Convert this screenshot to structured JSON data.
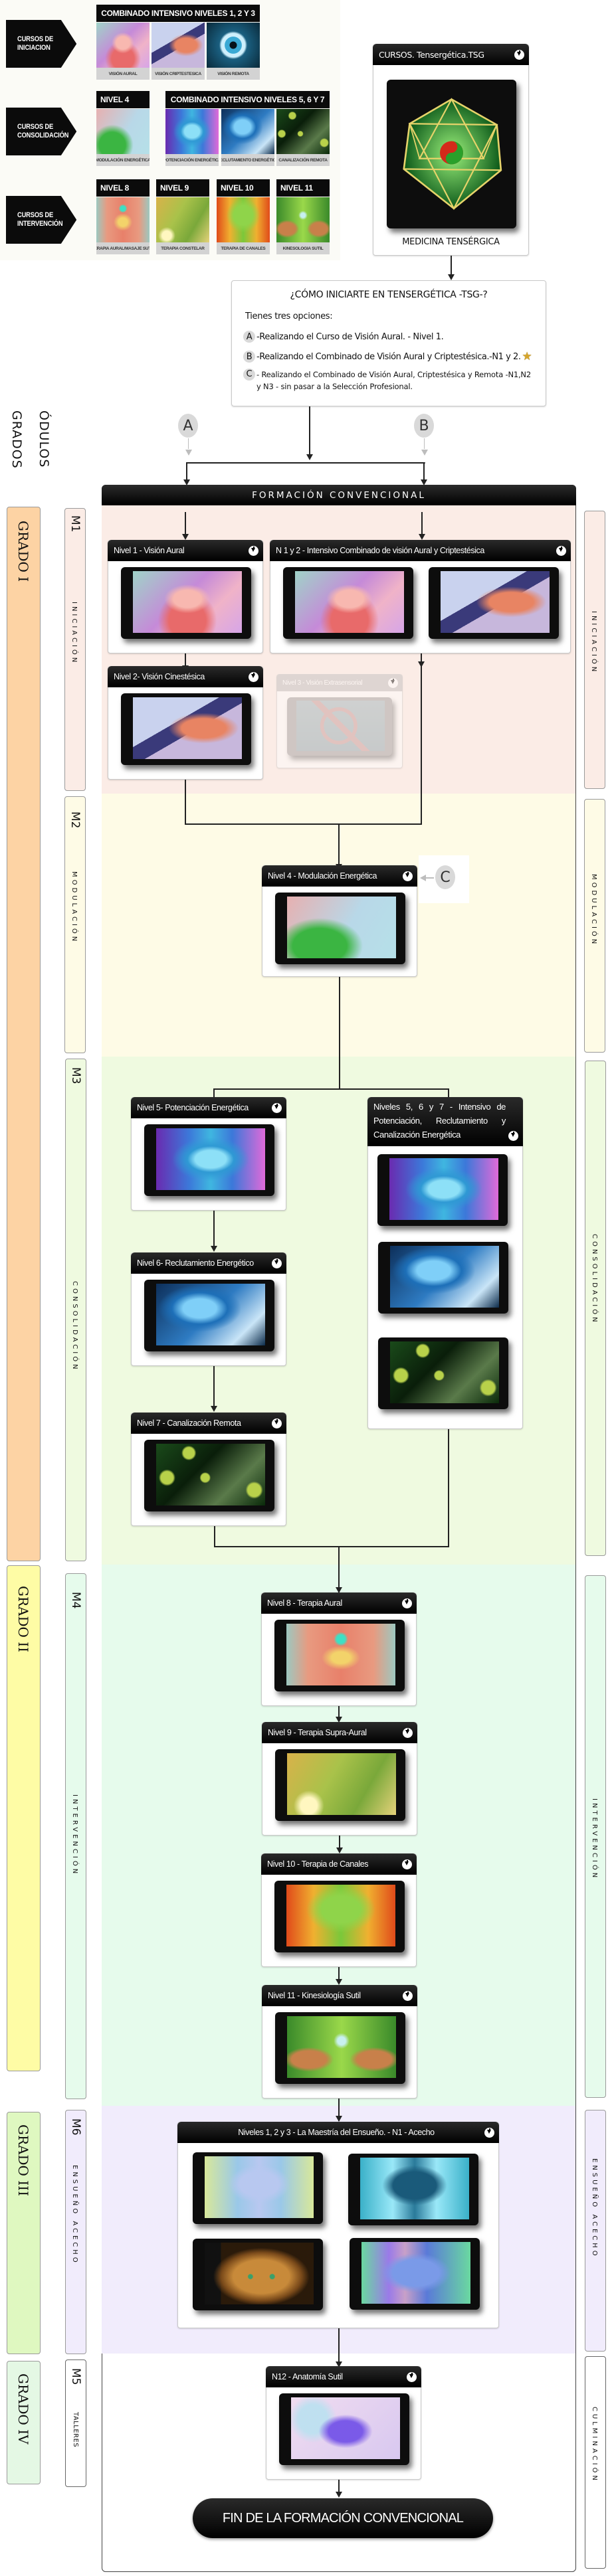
{
  "poster": {
    "rows": [
      {
        "label": "Cursos de Iniciacion",
        "groups": [
          {
            "title": "COMBINADO INTENSIVO NIVELES 1, 2 Y 3",
            "items": [
              {
                "caption": "Visión Aural",
                "img": "i-aural"
              },
              {
                "caption": "Visión Criptestesica",
                "img": "i-hand"
              },
              {
                "caption": "Visión Remota",
                "img": "i-eye"
              }
            ]
          }
        ]
      },
      {
        "label": "Cursos de Consolidación",
        "groups": [
          {
            "title": "NIVEL 4",
            "items": [
              {
                "caption": "Modulación Energética",
                "img": "i-plant"
              }
            ]
          },
          {
            "title": "COMBINADO INTENSIVO NIVELES 5, 6 Y 7",
            "items": [
              {
                "caption": "Potenciación Energética",
                "img": "i-pot"
              },
              {
                "caption": "Reclutamiento Energético",
                "img": "i-rec"
              },
              {
                "caption": "Canalización Remota",
                "img": "i-can"
              }
            ]
          }
        ]
      },
      {
        "label": "Cursos de Intervención",
        "groups": [
          {
            "title": "NIVEL 8",
            "items": [
              {
                "caption": "Terapia Aural/Masaje Sutil",
                "img": "i-t8"
              }
            ]
          },
          {
            "title": "NIVEL 9",
            "items": [
              {
                "caption": "Terapia Constelar",
                "img": "i-t9"
              }
            ]
          },
          {
            "title": "NIVEL 10",
            "items": [
              {
                "caption": "Terapia de Canales",
                "img": "i-t10"
              }
            ]
          },
          {
            "title": "NIVEL 11",
            "items": [
              {
                "caption": "Kinesologia Sutil",
                "img": "i-t11"
              }
            ]
          }
        ]
      }
    ]
  },
  "tsg_card": {
    "title": "CURSOS. Tensergética.TSG",
    "caption": "MEDICINA TENSÉRGICA"
  },
  "options_box": {
    "title": "¿CÓMO INICIARTE EN TENSERGÉTICA -TSG-?",
    "intro": "Tienes tres opciones:",
    "options": [
      {
        "letter": "A",
        "text": "-Realizando el Curso de Visión Aural.  - Nivel 1."
      },
      {
        "letter": "B",
        "text": "-Realizando el Combinado de Visión Aural y Criptestésica.-N1 y 2."
      },
      {
        "letter": "C",
        "text": "- Realizando el Combinado de Visión Aural, Criptestésica y Remota -N1,N2 y N3 - sin pasar a la Selección Profesional."
      }
    ],
    "star_icon": "star-icon"
  },
  "axis_labels": {
    "grados": "GRADOS",
    "modulos": "ÓDULOS"
  },
  "option_markers": {
    "a": "A",
    "b": "B",
    "c": "C"
  },
  "formacion_header": "FORMACIÓN  CONVENCIONAL",
  "grados": [
    {
      "label": "GRADO I",
      "color": "#fdd3a4"
    },
    {
      "label": "GRADO II",
      "color": "#fefca5"
    },
    {
      "label": "GRADO III",
      "color": "#dff8c0"
    },
    {
      "label": "GRADO IV",
      "color": "#e4f8e4"
    }
  ],
  "modulos": [
    {
      "code": "M1",
      "name": "INICIACIÓN",
      "right": "INICIACIÓN",
      "color": "#fbece6"
    },
    {
      "code": "M2",
      "name": "MODULACIÓN",
      "right": "MODULACIÓN",
      "color": "#fefbe6"
    },
    {
      "code": "M3",
      "name": "CONSOLIDACIÓN",
      "right": "CONSOLIDACIÓN",
      "color": "#effae0"
    },
    {
      "code": "M4",
      "name": "INTERVENCIÓN",
      "right": "INTERVENCIÓN",
      "color": "#e6fbec"
    },
    {
      "code": "M6",
      "name": "ENSUEÑO ACECHO",
      "right": "ENSUEÑO ACECHO",
      "color": "#f1ecfc"
    },
    {
      "code": "M5",
      "name": "TALLERES",
      "right": "CULMINACIÓN",
      "color": "#ffffff"
    }
  ],
  "cards": {
    "n1": "Nivel 1 - Visión Aural",
    "n12": "N 1 y 2  - Intensivo Combinado de visión Aural y Criptestésica",
    "n2": "Nivel 2- Visión Cinestésica",
    "n3": "Nivel 3 - Visión Extrasensorial",
    "n4": "Nivel 4 - Modulación Energética",
    "n5": "Nivel 5- Potenciación Energética",
    "n567": "Niveles  5, 6 y 7 -  Intensivo  de Potenciación,  Reclutamiento  y Canalización  Energética",
    "n6": "Nivel 6- Reclutamiento Energético",
    "n7": "Nivel 7 - Canalización Remota",
    "n8": "Nivel 8 - Terapia Aural",
    "n9": "Nivel 9 - Terapia Supra-Aural",
    "n10": "Nivel 10 - Terapia de Canales",
    "n11": "Nivel 11 - Kinesiología Sutil",
    "ens": "Niveles 1, 2 y 3 - La Maestría del Ensueño. - N1 - Acecho",
    "n12b": "N12 - Anatomía Sutil"
  },
  "end_label": "FIN DE LA FORMACIÓN CONVENCIONAL"
}
